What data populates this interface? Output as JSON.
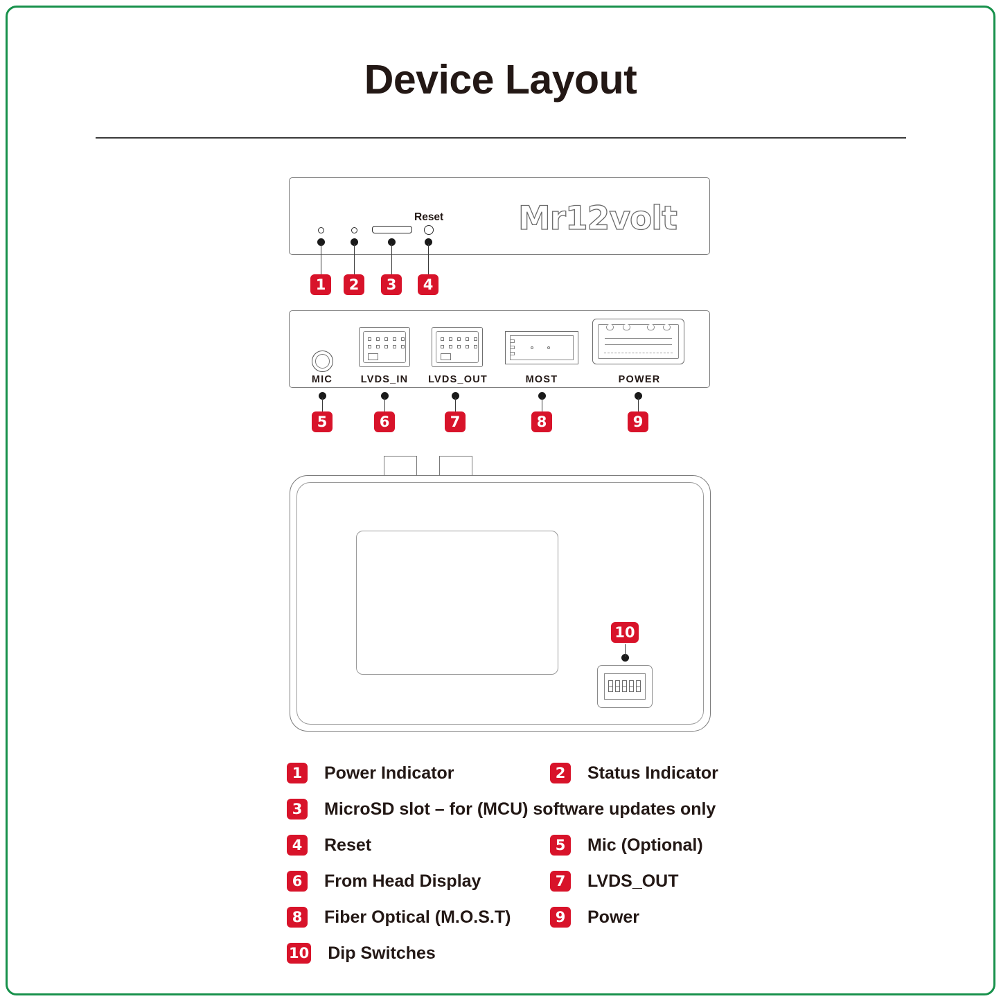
{
  "header": {
    "title": "Device Layout"
  },
  "front_panel": {
    "reset_label": "Reset",
    "brand_logo": "Mr12volt",
    "callouts": [
      {
        "number": "1"
      },
      {
        "number": "2"
      },
      {
        "number": "3"
      },
      {
        "number": "4"
      }
    ]
  },
  "connector_panel": {
    "ports": [
      {
        "label": "MIC",
        "callout": "5"
      },
      {
        "label": "LVDS_IN",
        "callout": "6"
      },
      {
        "label": "LVDS_OUT",
        "callout": "7"
      },
      {
        "label": "MOST",
        "callout": "8"
      },
      {
        "label": "POWER",
        "callout": "9"
      }
    ]
  },
  "bottom_view": {
    "dip_switch_callout": "10",
    "dip_switch_count": 5
  },
  "legend": {
    "items": [
      {
        "number": "1",
        "text": "Power Indicator"
      },
      {
        "number": "2",
        "text": "Status Indicator"
      },
      {
        "number": "3",
        "text": "MicroSD slot – for (MCU) software updates only"
      },
      {
        "number": "4",
        "text": "Reset"
      },
      {
        "number": "5",
        "text": "Mic (Optional)"
      },
      {
        "number": "6",
        "text": "From Head Display"
      },
      {
        "number": "7",
        "text": "LVDS_OUT"
      },
      {
        "number": "8",
        "text": "Fiber Optical (M.O.S.T)"
      },
      {
        "number": "9",
        "text": "Power"
      },
      {
        "number": "10",
        "text": "Dip Switches"
      }
    ]
  },
  "colors": {
    "frame_green": "#17914b",
    "badge_red": "#d8132a",
    "text_dark": "#231815",
    "device_stroke": "#6f6f6f"
  }
}
